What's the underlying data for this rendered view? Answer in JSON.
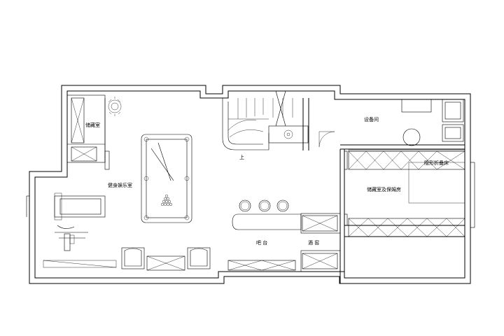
{
  "rooms": {
    "storage_small": "储藏室",
    "gym_entertainment": "健身娱乐室",
    "equipment": "设备间",
    "hidden_bed": "隐形折叠床",
    "storage_nanny": "储藏室及保姆房",
    "bar": "吧 台",
    "wine_cellar": "酒 窖",
    "stair_up": "上"
  }
}
